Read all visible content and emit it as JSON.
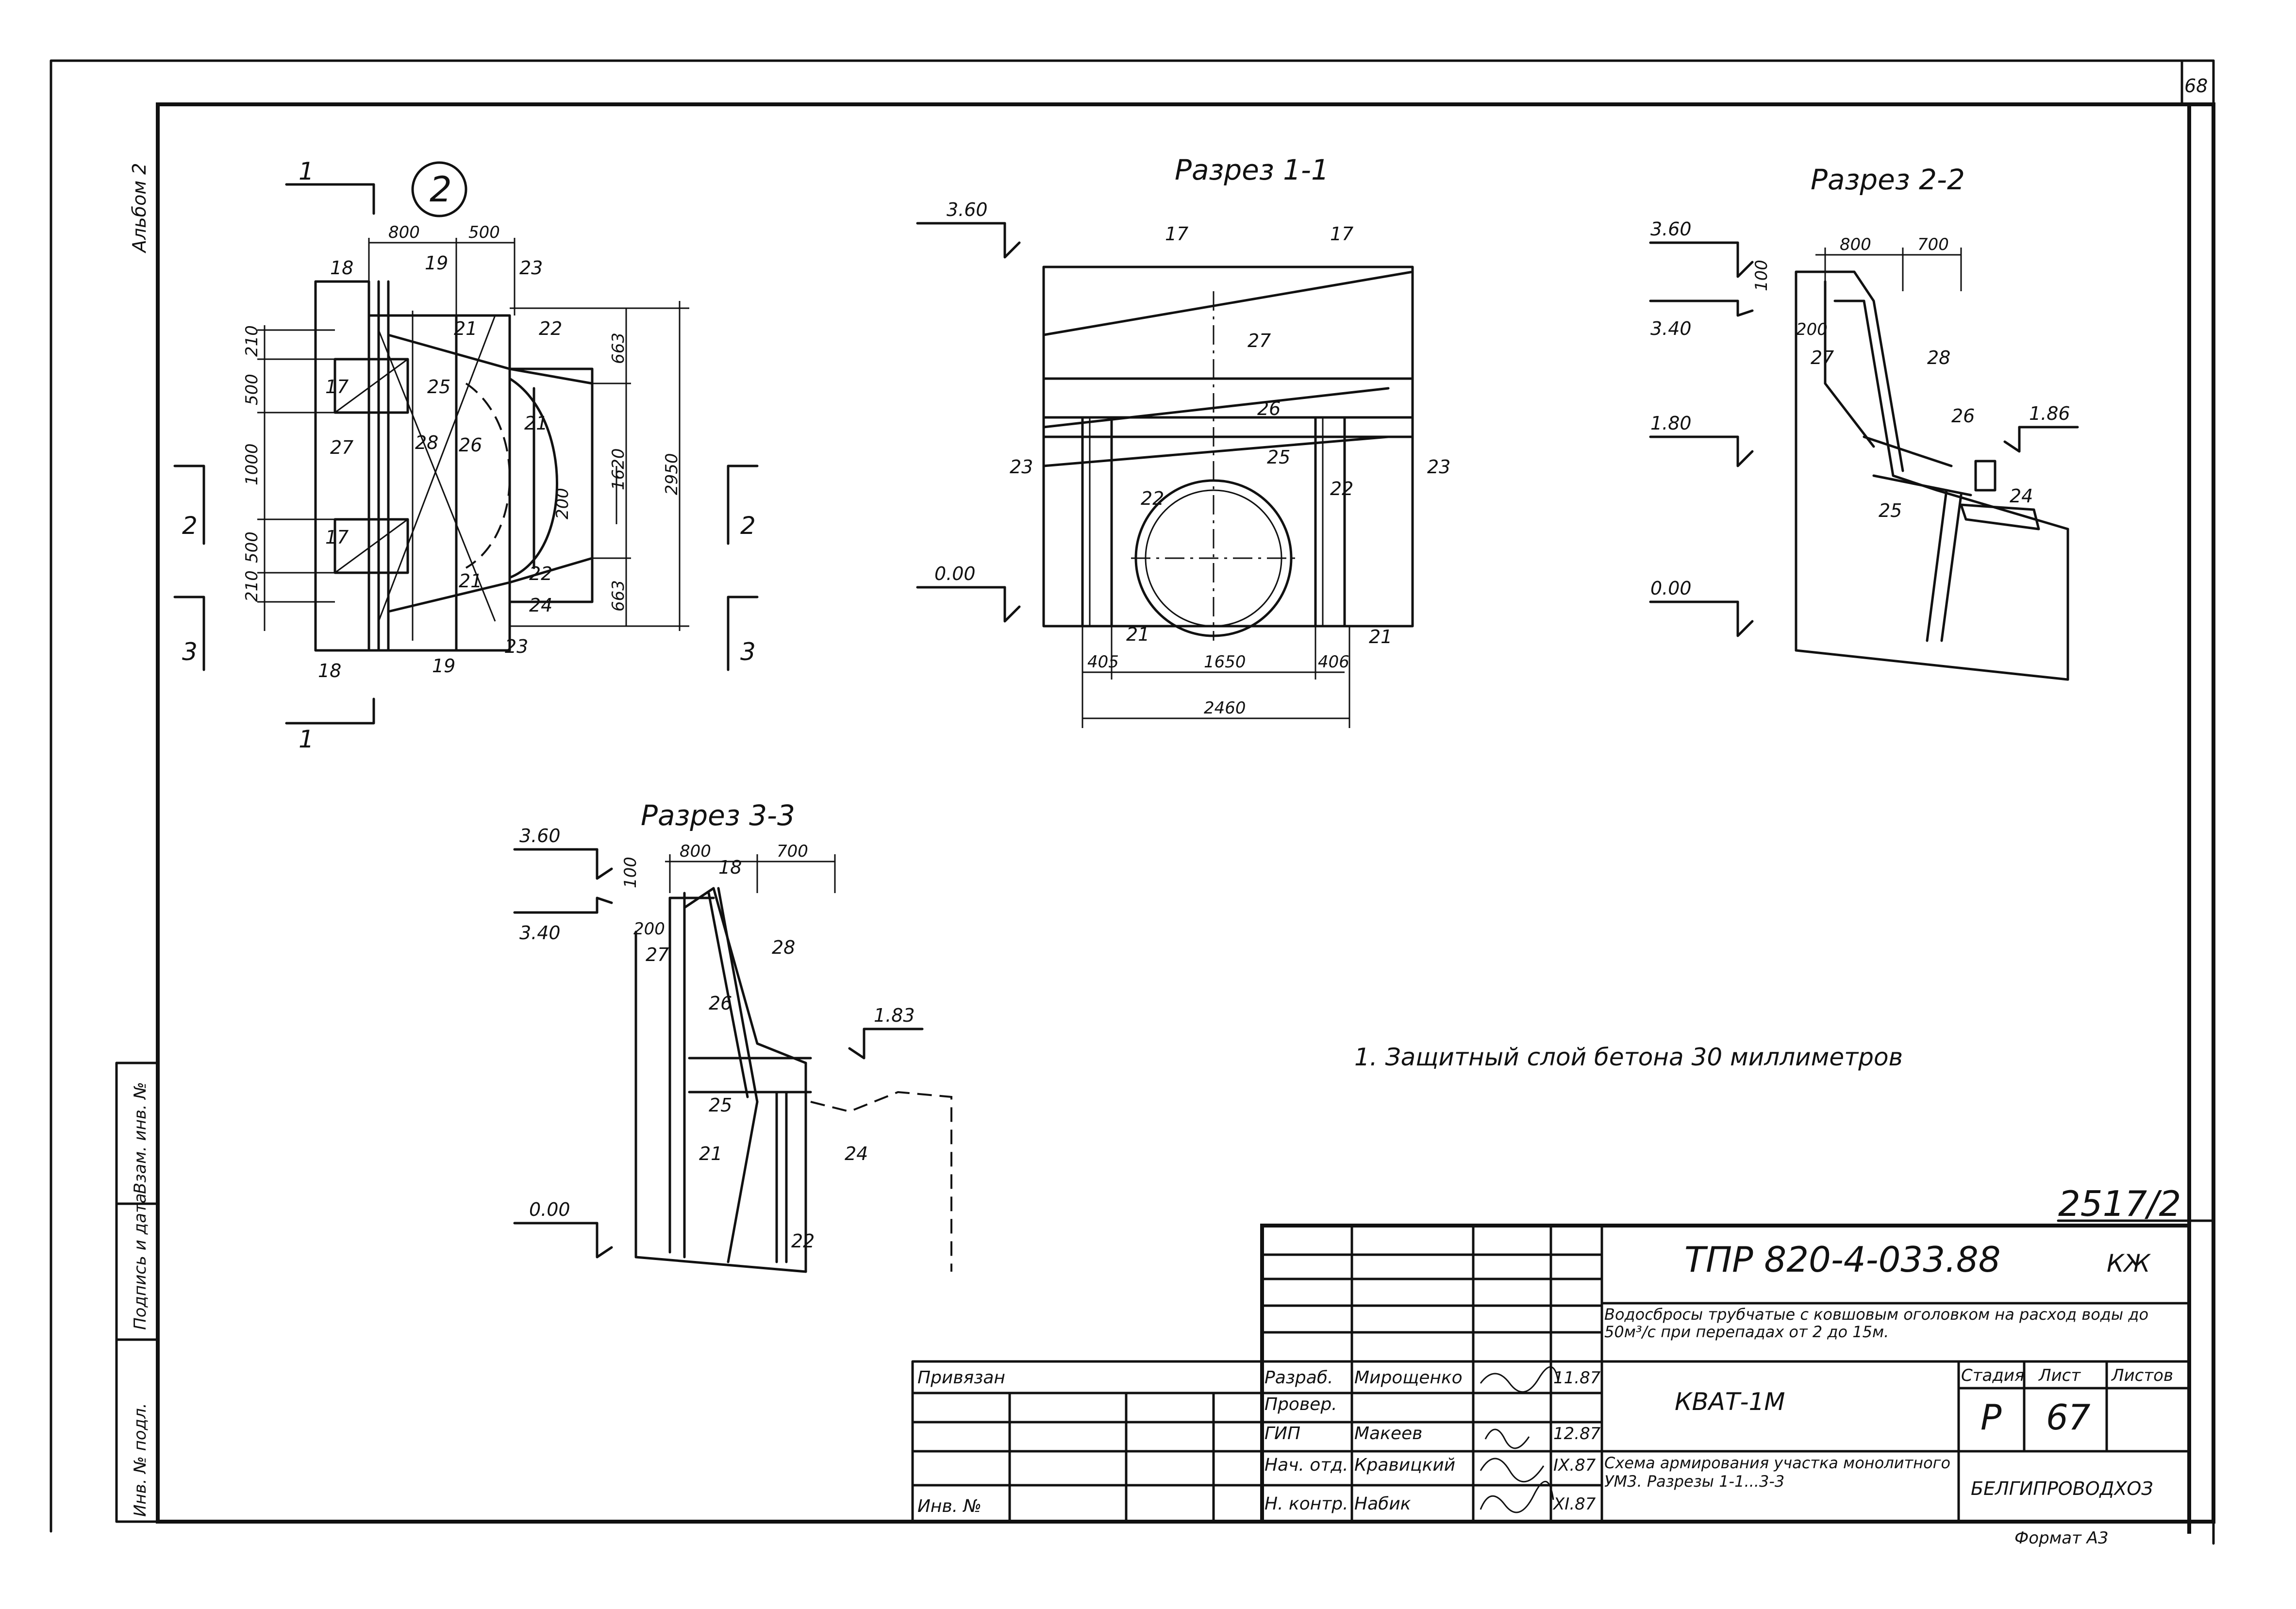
{
  "sheet_number": "68",
  "album_label": "Альбом 2",
  "plan": {
    "circle_mark": "2",
    "cut_marks": [
      "1",
      "1",
      "2",
      "2",
      "3",
      "3"
    ],
    "dims_top": [
      "800",
      "500"
    ],
    "dims_left": [
      "210",
      "500",
      "1000",
      "500",
      "210"
    ],
    "dims_right": [
      "663",
      "1620",
      "663",
      "2950"
    ],
    "dim_inner": "200",
    "labels": [
      "18",
      "19",
      "23",
      "21",
      "22",
      "17",
      "25",
      "27",
      "28",
      "26",
      "21",
      "17",
      "22",
      "21",
      "24",
      "18",
      "19",
      "23"
    ]
  },
  "section_1_1": {
    "title": "Разрез 1-1",
    "levels": [
      "3.60",
      "0.00"
    ],
    "labels": [
      "17",
      "17",
      "27",
      "26",
      "25",
      "23",
      "23",
      "22",
      "22",
      "21",
      "21"
    ],
    "dims": [
      "405",
      "1650",
      "406",
      "2460"
    ]
  },
  "section_2_2": {
    "title": "Разрез 2-2",
    "levels": [
      "3.60",
      "3.40",
      "1.80",
      "1.86",
      "0.00"
    ],
    "dims": [
      "800",
      "700",
      "100",
      "200"
    ],
    "labels": [
      "27",
      "28",
      "26",
      "25",
      "24"
    ]
  },
  "section_3_3": {
    "title": "Разрез 3-3",
    "levels": [
      "3.60",
      "3.40",
      "1.83",
      "0.00"
    ],
    "dims": [
      "800",
      "700",
      "100",
      "200"
    ],
    "labels": [
      "18",
      "27",
      "28",
      "26",
      "25",
      "21",
      "24",
      "22"
    ]
  },
  "note": "1. Защитный слой бетона 30 миллиметров",
  "title_block": {
    "archive_no": "2517/2",
    "doc_code": "ТПР 820-4-033.88",
    "mark": "КЖ",
    "project_title": "Водосбросы трубчатые с ковшовым оголовком на расход воды до 50м³/с при перепадах от 2 до 15м.",
    "drawing_code": "КВАТ-1М",
    "sheet_title": "Схема армирования участка монолитного УМ3. Разрезы 1-1...3-3",
    "organization": "БЕЛГИПРОВОДХОЗ",
    "stage_header": "Стадия",
    "sheet_header": "Лист",
    "sheets_header": "Листов",
    "stage": "Р",
    "sheet": "67",
    "linked": "Привязан",
    "inv_no": "Инв. №",
    "roles": [
      "Разраб.",
      "Провер.",
      "ГИП",
      "Нач. отд.",
      "Н. контр."
    ],
    "names": [
      "Мирощенко",
      "",
      "Макеев",
      "Кравицкий",
      "Набик"
    ],
    "dates": [
      "11.87",
      "",
      "12.87",
      "IX.87",
      "XI.87"
    ],
    "format": "Формат А3"
  },
  "side_stamp": [
    "Инв. № подл.",
    "Подпись и дата",
    "Взам. инв. №"
  ]
}
